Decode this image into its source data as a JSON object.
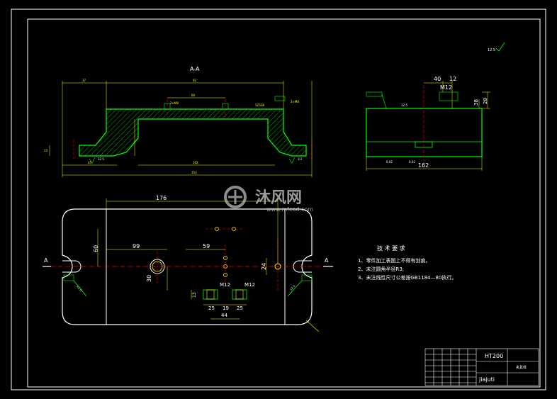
{
  "section_label": "A-A",
  "top_view": {
    "dims": {
      "total": "176",
      "d99": "99",
      "d59": "59",
      "d60": "60",
      "d30": "30",
      "d24": "24",
      "d44": "44"
    },
    "thread_left": "M12",
    "thread_right": "M12",
    "d25a": "25",
    "d25b": "25",
    "d19": "19",
    "d13": "13",
    "section_mark_left": "A",
    "section_mark_right": "A",
    "rough_left": "12.5",
    "rough_right": "12.5"
  },
  "side_view": {
    "d40": "40",
    "d12": "12",
    "thread": "M12",
    "d38": "38",
    "d28": "28",
    "d162": "162",
    "rough": "12.5"
  },
  "section_view": {
    "rough_left": "12.5",
    "rough_right": "3.2"
  },
  "tech": {
    "title": "技 术 要 求",
    "line1": "1、零件加工表面上不得有划痕。",
    "line2": "2、未注圆角半径R3;",
    "line3": "3、未注线性尺寸公差按GB1184—80执行。"
  },
  "watermark": {
    "brand": "沐风网",
    "url": "www.mfcad.com"
  },
  "title_block": {
    "material": "HT200",
    "part_name": "夹具体",
    "school": "jiajuti"
  },
  "colors": {
    "frame": "#ffffff",
    "outline": "#00ff00",
    "dim": "#ffff00",
    "center": "#ff0000",
    "hatch": "#00ff00"
  }
}
